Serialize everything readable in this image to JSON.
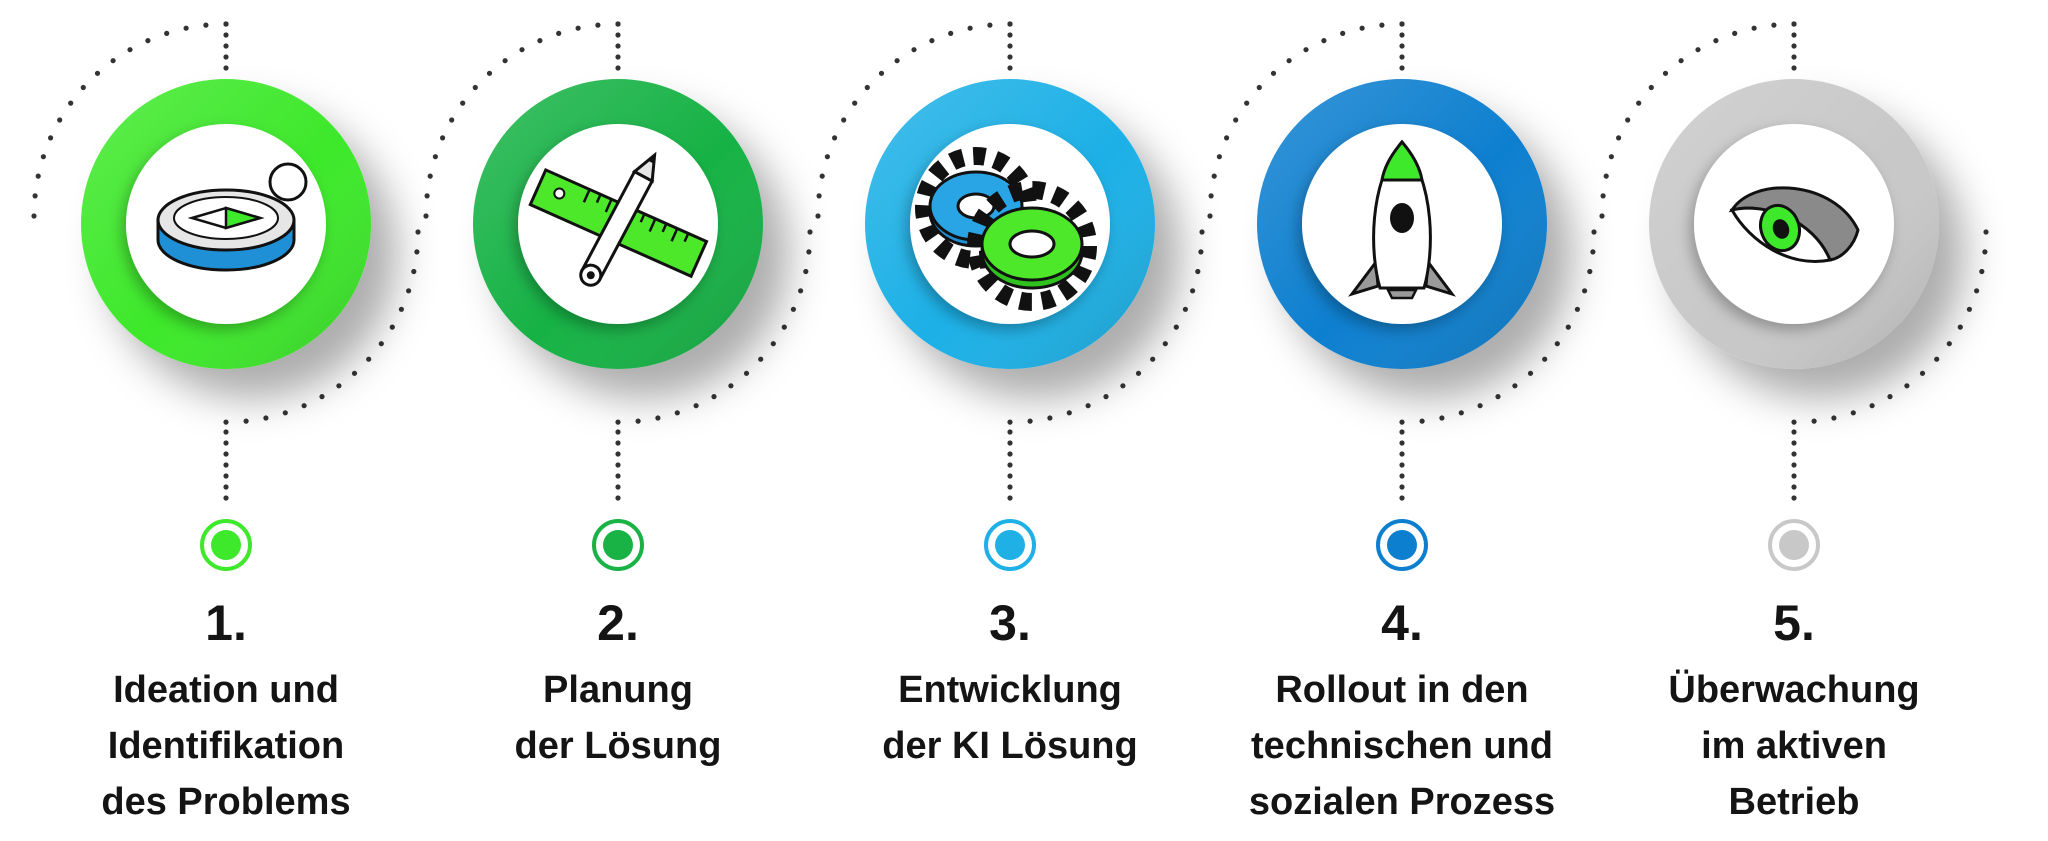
{
  "stages": [
    {
      "number": "1.",
      "lines": [
        "Ideation und",
        "Identifikation",
        "des Problems"
      ],
      "ring_color": "#3ee82a",
      "dot_color": "#3ee82a",
      "icon": "compass-icon"
    },
    {
      "number": "2.",
      "lines": [
        "Planung",
        "der Lösung"
      ],
      "ring_color": "#18b245",
      "dot_color": "#18b245",
      "icon": "ruler-pencil-icon"
    },
    {
      "number": "3.",
      "lines": [
        "Entwicklung",
        "der KI Lösung"
      ],
      "ring_color": "#1fb0e6",
      "dot_color": "#1fb0e6",
      "icon": "gears-icon"
    },
    {
      "number": "4.",
      "lines": [
        "Rollout in den",
        "technischen und",
        "sozialen Prozess"
      ],
      "ring_color": "#0c7fcf",
      "dot_color": "#0c7fcf",
      "icon": "rocket-icon"
    },
    {
      "number": "5.",
      "lines": [
        "Überwachung",
        "im aktiven",
        "Betrieb"
      ],
      "ring_color": "#c8c8c8",
      "dot_color": "#c8c8c8",
      "icon": "eye-icon"
    }
  ]
}
